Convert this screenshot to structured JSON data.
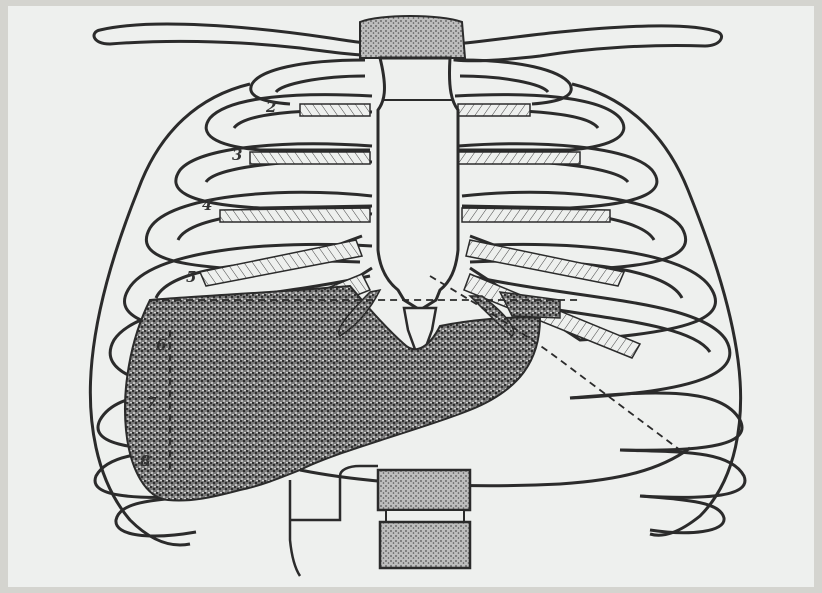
{
  "diagram": {
    "rib_labels": [
      {
        "id": "rib-2",
        "text": "2"
      },
      {
        "id": "rib-3",
        "text": "3"
      },
      {
        "id": "rib-4",
        "text": "4"
      },
      {
        "id": "rib-5",
        "text": "5"
      },
      {
        "id": "rib-6",
        "text": "6"
      },
      {
        "id": "rib-7",
        "text": "7"
      },
      {
        "id": "rib-8",
        "text": "8"
      }
    ],
    "colors": {
      "paper": "#eef0ee",
      "ink": "#2b2b2b",
      "stipple": "#3c3c3c"
    }
  }
}
